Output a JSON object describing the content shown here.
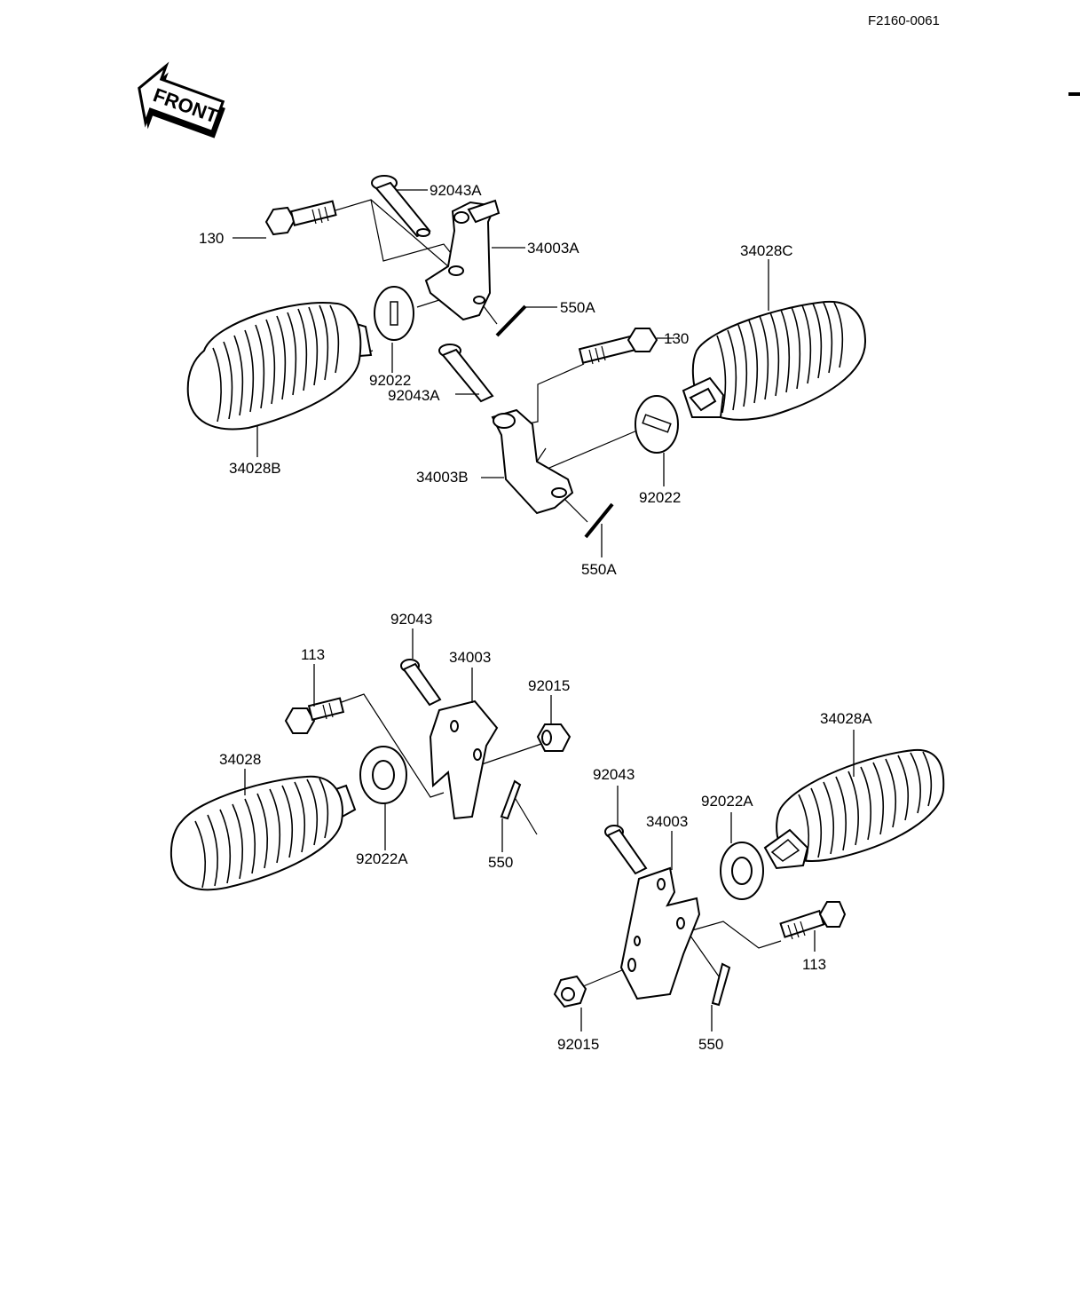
{
  "drawing_code": "F2160-0061",
  "front_arrow": {
    "text": "FRONT",
    "icon": "front-direction-arrow-icon"
  },
  "labels": {
    "bolt_130_upper": "130",
    "pin_92043a_upper": "92043A",
    "bracket_34003a": "34003A",
    "peg_34028c": "34028C",
    "cotter_550a_upper": "550A",
    "bolt_130_mid": "130",
    "washer_92022_left": "92022",
    "pin_92043a_mid": "92043A",
    "peg_34028b": "34028B",
    "bracket_34003b": "34003B",
    "washer_92022_right": "92022",
    "cotter_550a_lower": "550A",
    "pin_92043_left": "92043",
    "bolt_113_left": "113",
    "bracket_34003_left": "34003",
    "nut_92015_left": "92015",
    "peg_34028": "34028",
    "peg_34028a": "34028A",
    "washer_92022a_left": "92022A",
    "cotter_550_left": "550",
    "pin_92043_right": "92043",
    "bracket_34003_right": "34003",
    "washer_92022a_right": "92022A",
    "bolt_113_right": "113",
    "nut_92015_right": "92015",
    "cotter_550_right": "550"
  }
}
